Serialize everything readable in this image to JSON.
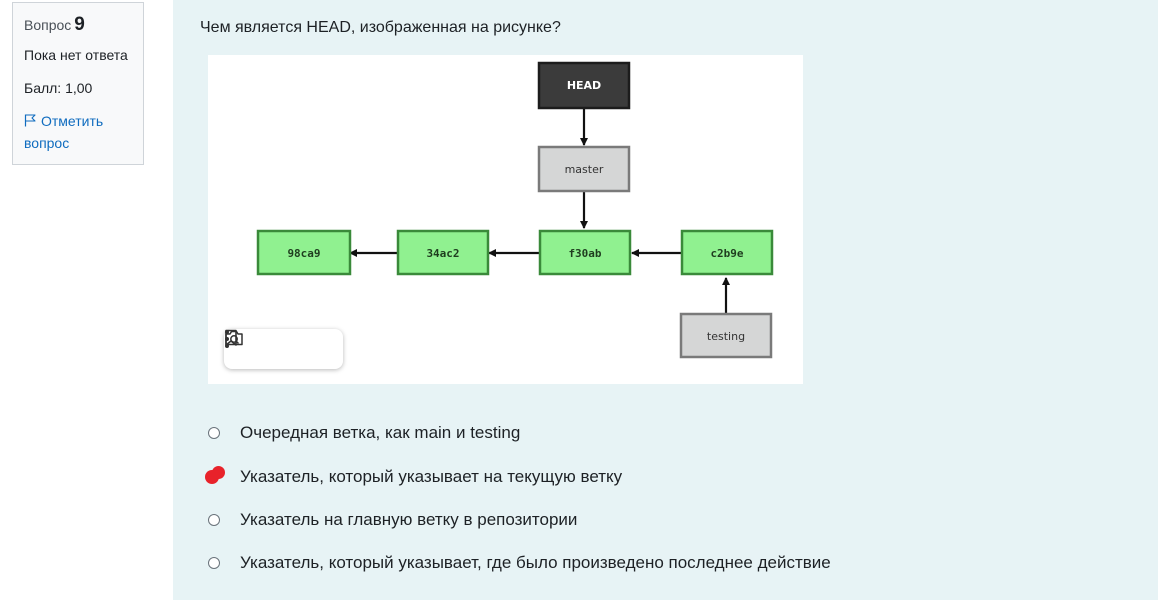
{
  "question_info": {
    "label": "Вопрос",
    "number": "9",
    "state": "Пока нет ответа",
    "grade": "Балл: 1,00",
    "flag_label": "Отметить вопрос"
  },
  "question": {
    "text": "Чем является HEAD, изображенная на рисунке?"
  },
  "diagram": {
    "nodes": {
      "head": "HEAD",
      "master": "master",
      "testing": "testing",
      "c1": "98ca9",
      "c2": "34ac2",
      "c3": "f30ab",
      "c4": "c2b9e"
    },
    "colors": {
      "head": "#3b3b3b",
      "branch": "#d5d6d6",
      "commit": "#90f190"
    }
  },
  "image_toolbar": {
    "icons": [
      "bookmark-icon",
      "camera-search-icon",
      "more-vertical-icon"
    ]
  },
  "answers": [
    {
      "text": "Очередная ветка, как main и testing",
      "marked": false
    },
    {
      "text": "Указатель, который указывает на текущую ветку",
      "marked": true
    },
    {
      "text": "Указатель на главную ветку в репозитории",
      "marked": false
    },
    {
      "text": "Указатель, который указывает, где было произведено последнее действие",
      "marked": false
    }
  ],
  "colors": {
    "content_bg": "#e7f3f5",
    "link": "#0f6cbf",
    "mark": "#e8222a"
  }
}
